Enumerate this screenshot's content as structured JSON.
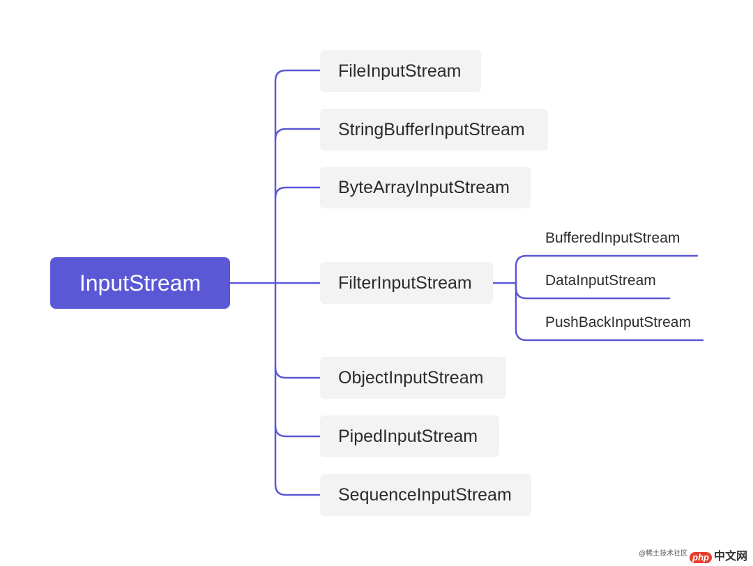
{
  "root": {
    "label": "InputStream"
  },
  "children": [
    {
      "label": "FileInputStream"
    },
    {
      "label": "StringBufferInputStream"
    },
    {
      "label": "ByteArrayInputStream"
    },
    {
      "label": "FilterInputStream"
    },
    {
      "label": "ObjectInputStream"
    },
    {
      "label": "PipedInputStream"
    },
    {
      "label": "SequenceInputStream"
    }
  ],
  "filter_children": [
    {
      "label": "BufferedInputStream"
    },
    {
      "label": "DataInputStream"
    },
    {
      "label": "PushBackInputStream"
    }
  ],
  "watermark": {
    "small": "@稀土技术社区",
    "php": "php",
    "cn": "中文网"
  },
  "colors": {
    "accent": "#5b58d6",
    "node_bg": "#f3f3f3",
    "text": "#2b2b2b"
  }
}
